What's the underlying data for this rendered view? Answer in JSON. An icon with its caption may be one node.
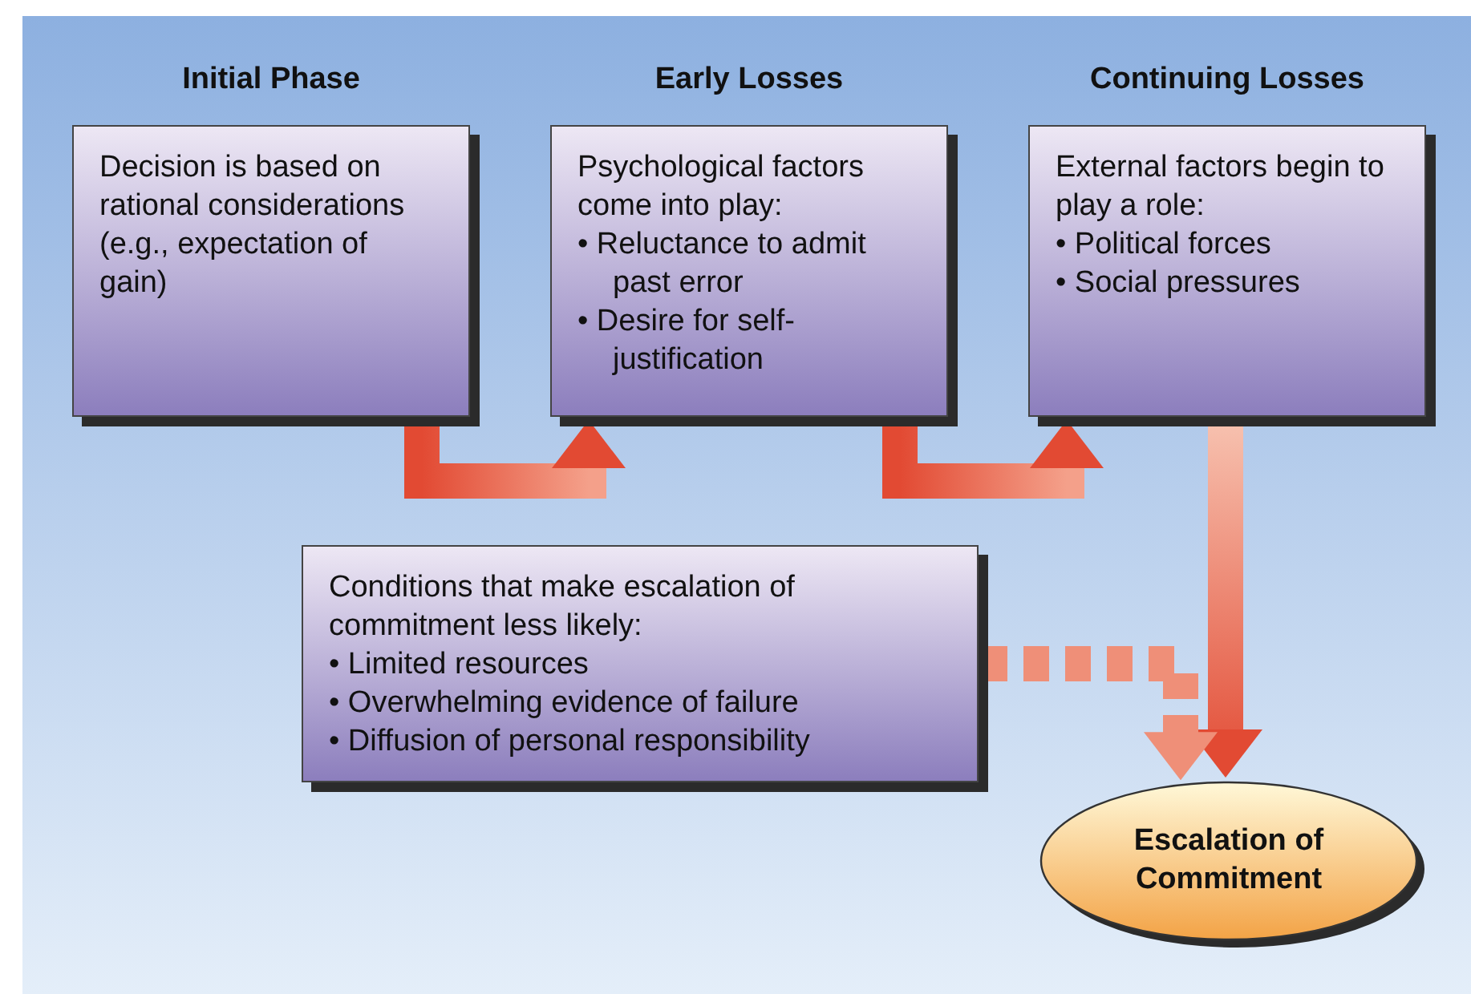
{
  "diagram": {
    "nodes": [
      {
        "text": [
          "Initial Phase",
          "Decision is based on rational considerations (e.g., expectation of gain)"
        ]
      },
      {
        "text": [
          "Early Losses",
          "Psychological factors come into play:",
          "• Reluctance to admit past error",
          "• Desire for self-justification"
        ]
      },
      {
        "text": [
          "Continuing Losses",
          "External factors begin to play a role:",
          "• Political forces",
          "• Social pressures"
        ]
      },
      {
        "text": [
          "Conditions that make escalation of commitment less likely:",
          "• Limited resources",
          "• Overwhelming evidence of failure",
          "• Diffusion of personal responsibility"
        ]
      },
      {
        "text": [
          "Escalation of Commitment"
        ]
      }
    ],
    "edges": [
      {
        "from": 0,
        "to": 1,
        "arrow": "to",
        "style": "thick"
      },
      {
        "from": 1,
        "to": 2,
        "arrow": "to",
        "style": "thick"
      },
      {
        "from": 2,
        "to": 4,
        "arrow": "to",
        "style": "thick"
      },
      {
        "from": 3,
        "to": 4,
        "arrow": "to",
        "style": "dashed"
      }
    ]
  }
}
